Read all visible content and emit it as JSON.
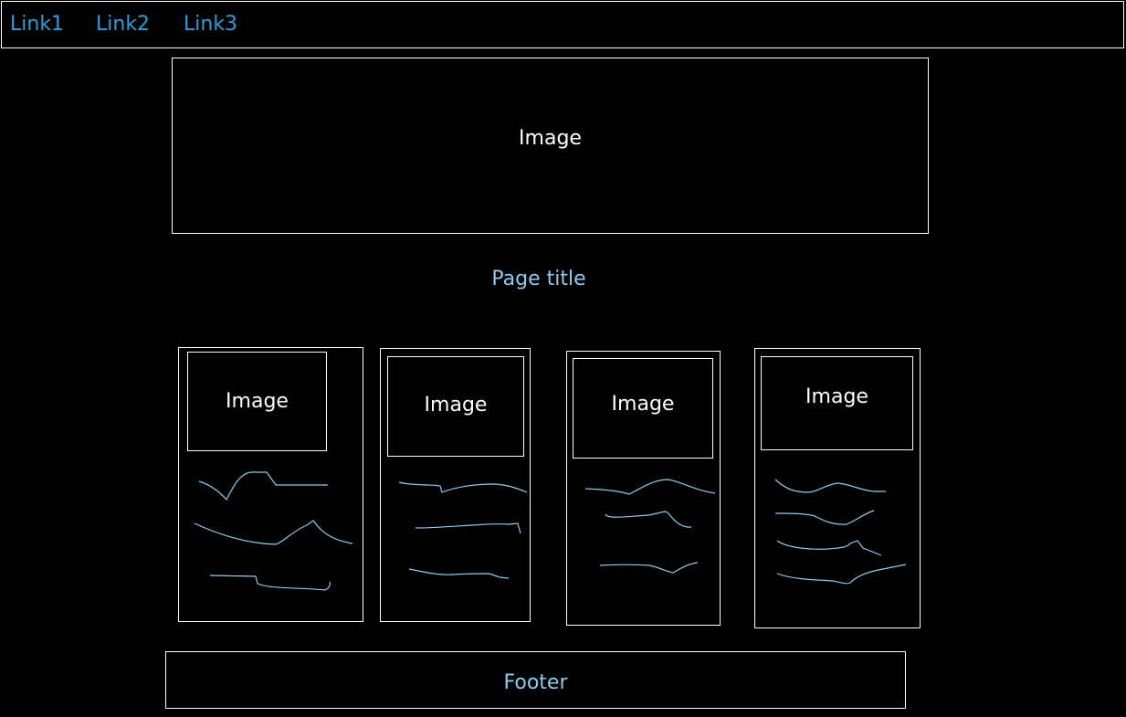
{
  "nav": {
    "links": [
      "Link1",
      "Link2",
      "Link3"
    ]
  },
  "hero": {
    "label": "Image"
  },
  "page_title": "Page title",
  "cards": [
    {
      "image_label": "Image"
    },
    {
      "image_label": "Image"
    },
    {
      "image_label": "Image"
    },
    {
      "image_label": "Image"
    }
  ],
  "footer": {
    "label": "Footer"
  },
  "colors": {
    "background": "#000000",
    "border": "#ffffff",
    "link": "#2b9fd9",
    "accent_text": "#8ec9ef"
  }
}
